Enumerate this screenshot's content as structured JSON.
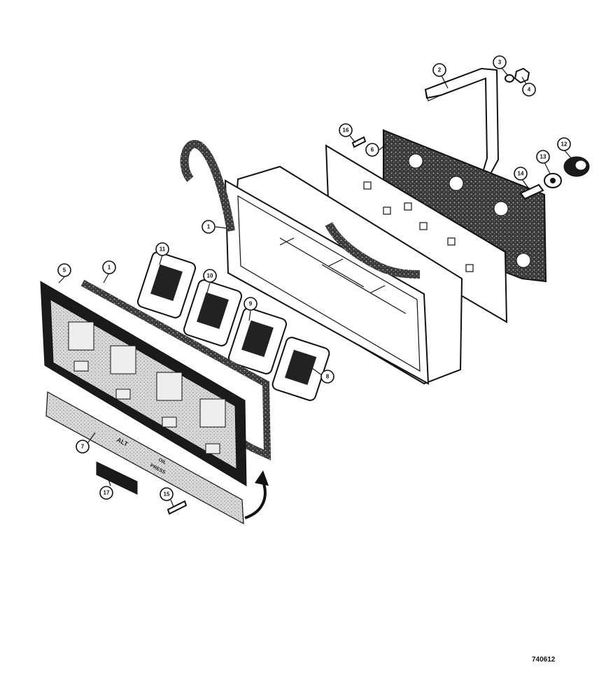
{
  "drawing_number": "740612",
  "callouts": [
    {
      "id": "2",
      "label": "2"
    },
    {
      "id": "3",
      "label": "3"
    },
    {
      "id": "4",
      "label": "4"
    },
    {
      "id": "16",
      "label": "16"
    },
    {
      "id": "6",
      "label": "6"
    },
    {
      "id": "12",
      "label": "12"
    },
    {
      "id": "13",
      "label": "13"
    },
    {
      "id": "14",
      "label": "14"
    },
    {
      "id": "1a",
      "label": "1"
    },
    {
      "id": "11",
      "label": "11"
    },
    {
      "id": "10",
      "label": "10"
    },
    {
      "id": "9",
      "label": "9"
    },
    {
      "id": "8",
      "label": "8"
    },
    {
      "id": "5",
      "label": "5"
    },
    {
      "id": "1b",
      "label": "1"
    },
    {
      "id": "7",
      "label": "7"
    },
    {
      "id": "17",
      "label": "17"
    },
    {
      "id": "15",
      "label": "15"
    }
  ],
  "decal": {
    "line1": "ALT",
    "line2": "OIL",
    "line3": "PRESS"
  },
  "colors": {
    "ink": "#111111",
    "paper": "#ffffff"
  }
}
